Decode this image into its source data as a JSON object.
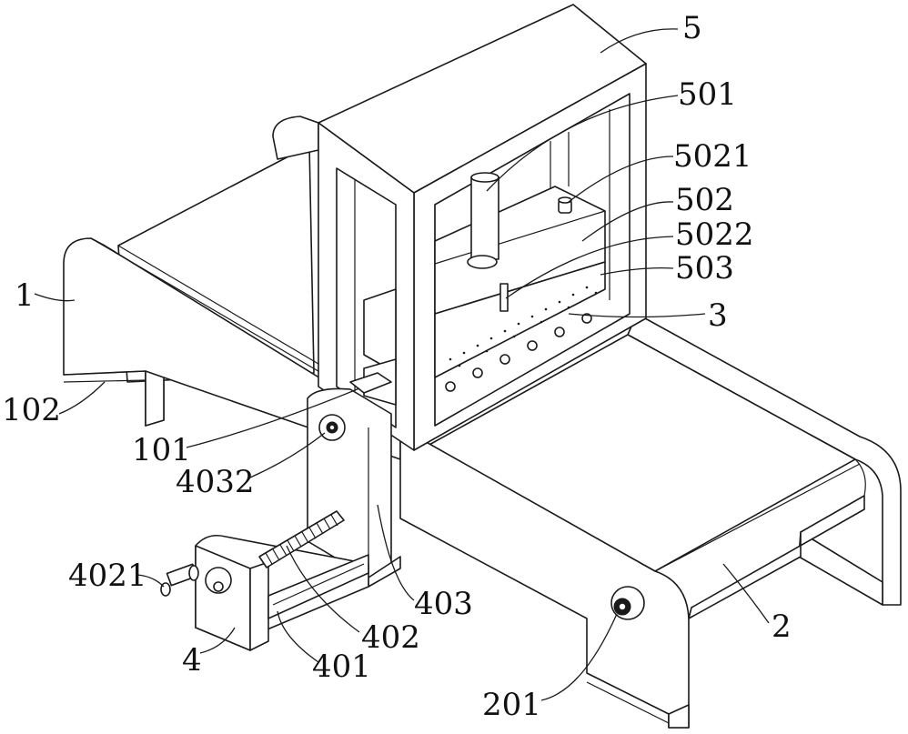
{
  "figure": {
    "labels": {
      "l5": "5",
      "l501": "501",
      "l5021": "5021",
      "l502": "502",
      "l5022": "5022",
      "l503": "503",
      "l3": "3",
      "l1": "1",
      "l102": "102",
      "l101": "101",
      "l4032": "4032",
      "l4021": "4021",
      "l403": "403",
      "l402": "402",
      "l4": "4",
      "l401": "401",
      "l2": "2",
      "l201": "201"
    }
  }
}
